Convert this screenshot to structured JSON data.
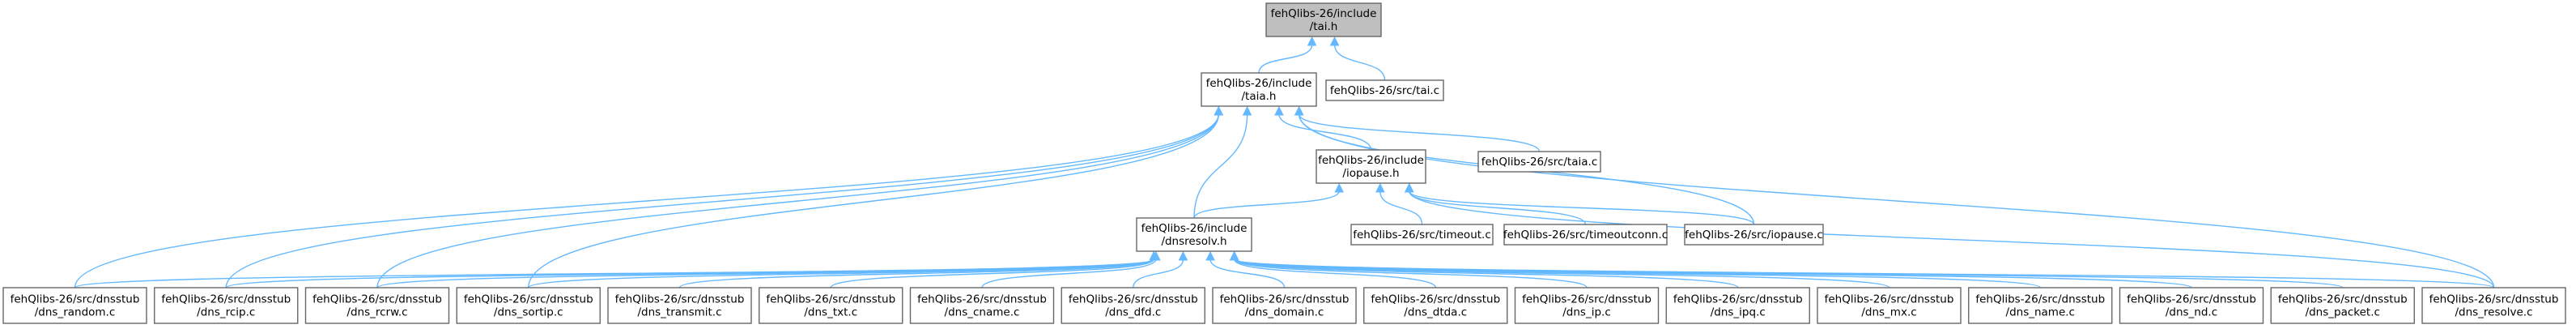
{
  "diagram": {
    "colors": {
      "edge": "#63b8ff",
      "root_fill": "#bfbfbf",
      "node_fill": "#ffffff",
      "node_border": "#666666"
    },
    "nodes": [
      {
        "id": "tai_h",
        "lines": [
          "fehQlibs-26/include",
          "/tai.h"
        ],
        "root": true
      },
      {
        "id": "taia_h",
        "lines": [
          "fehQlibs-26/include",
          "/taia.h"
        ]
      },
      {
        "id": "src_tai_c",
        "lines": [
          "fehQlibs-26/src/tai.c"
        ]
      },
      {
        "id": "iopause_h",
        "lines": [
          "fehQlibs-26/include",
          "/iopause.h"
        ]
      },
      {
        "id": "src_taia_c",
        "lines": [
          "fehQlibs-26/src/taia.c"
        ]
      },
      {
        "id": "dnsresolv_h",
        "lines": [
          "fehQlibs-26/include",
          "/dnsresolv.h"
        ]
      },
      {
        "id": "src_timeout_c",
        "lines": [
          "fehQlibs-26/src/timeout.c"
        ]
      },
      {
        "id": "src_timeoutconn_c",
        "lines": [
          "fehQlibs-26/src/timeoutconn.c"
        ]
      },
      {
        "id": "src_iopause_c",
        "lines": [
          "fehQlibs-26/src/iopause.c"
        ]
      },
      {
        "id": "dns_random",
        "lines": [
          "fehQlibs-26/src/dnsstub",
          "/dns_random.c"
        ]
      },
      {
        "id": "dns_rcip",
        "lines": [
          "fehQlibs-26/src/dnsstub",
          "/dns_rcip.c"
        ]
      },
      {
        "id": "dns_rcrw",
        "lines": [
          "fehQlibs-26/src/dnsstub",
          "/dns_rcrw.c"
        ]
      },
      {
        "id": "dns_sortip",
        "lines": [
          "fehQlibs-26/src/dnsstub",
          "/dns_sortip.c"
        ]
      },
      {
        "id": "dns_transmit",
        "lines": [
          "fehQlibs-26/src/dnsstub",
          "/dns_transmit.c"
        ]
      },
      {
        "id": "dns_txt",
        "lines": [
          "fehQlibs-26/src/dnsstub",
          "/dns_txt.c"
        ]
      },
      {
        "id": "dns_cname",
        "lines": [
          "fehQlibs-26/src/dnsstub",
          "/dns_cname.c"
        ]
      },
      {
        "id": "dns_dfd",
        "lines": [
          "fehQlibs-26/src/dnsstub",
          "/dns_dfd.c"
        ]
      },
      {
        "id": "dns_domain",
        "lines": [
          "fehQlibs-26/src/dnsstub",
          "/dns_domain.c"
        ]
      },
      {
        "id": "dns_dtda",
        "lines": [
          "fehQlibs-26/src/dnsstub",
          "/dns_dtda.c"
        ]
      },
      {
        "id": "dns_ip",
        "lines": [
          "fehQlibs-26/src/dnsstub",
          "/dns_ip.c"
        ]
      },
      {
        "id": "dns_ipq",
        "lines": [
          "fehQlibs-26/src/dnsstub",
          "/dns_ipq.c"
        ]
      },
      {
        "id": "dns_mx",
        "lines": [
          "fehQlibs-26/src/dnsstub",
          "/dns_mx.c"
        ]
      },
      {
        "id": "dns_name",
        "lines": [
          "fehQlibs-26/src/dnsstub",
          "/dns_name.c"
        ]
      },
      {
        "id": "dns_nd",
        "lines": [
          "fehQlibs-26/src/dnsstub",
          "/dns_nd.c"
        ]
      },
      {
        "id": "dns_packet",
        "lines": [
          "fehQlibs-26/src/dnsstub",
          "/dns_packet.c"
        ]
      },
      {
        "id": "dns_resolve",
        "lines": [
          "fehQlibs-26/src/dnsstub",
          "/dns_resolve.c"
        ]
      }
    ],
    "edges": [
      [
        "taia_h",
        "tai_h"
      ],
      [
        "src_tai_c",
        "tai_h"
      ],
      [
        "iopause_h",
        "taia_h"
      ],
      [
        "src_taia_c",
        "taia_h"
      ],
      [
        "dnsresolv_h",
        "taia_h"
      ],
      [
        "src_iopause_c",
        "taia_h"
      ],
      [
        "dns_random",
        "taia_h"
      ],
      [
        "dns_rcip",
        "taia_h"
      ],
      [
        "dns_rcrw",
        "taia_h"
      ],
      [
        "dns_sortip",
        "taia_h"
      ],
      [
        "dns_resolve",
        "taia_h"
      ],
      [
        "dnsresolv_h",
        "iopause_h"
      ],
      [
        "src_timeout_c",
        "iopause_h"
      ],
      [
        "src_timeoutconn_c",
        "iopause_h"
      ],
      [
        "src_iopause_c",
        "iopause_h"
      ],
      [
        "dns_resolve",
        "iopause_h"
      ],
      [
        "dns_random",
        "dnsresolv_h"
      ],
      [
        "dns_rcip",
        "dnsresolv_h"
      ],
      [
        "dns_rcrw",
        "dnsresolv_h"
      ],
      [
        "dns_sortip",
        "dnsresolv_h"
      ],
      [
        "dns_transmit",
        "dnsresolv_h"
      ],
      [
        "dns_txt",
        "dnsresolv_h"
      ],
      [
        "dns_cname",
        "dnsresolv_h"
      ],
      [
        "dns_dfd",
        "dnsresolv_h"
      ],
      [
        "dns_domain",
        "dnsresolv_h"
      ],
      [
        "dns_dtda",
        "dnsresolv_h"
      ],
      [
        "dns_ip",
        "dnsresolv_h"
      ],
      [
        "dns_ipq",
        "dnsresolv_h"
      ],
      [
        "dns_mx",
        "dnsresolv_h"
      ],
      [
        "dns_name",
        "dnsresolv_h"
      ],
      [
        "dns_nd",
        "dnsresolv_h"
      ],
      [
        "dns_packet",
        "dnsresolv_h"
      ],
      [
        "dns_resolve",
        "dnsresolv_h"
      ]
    ]
  }
}
